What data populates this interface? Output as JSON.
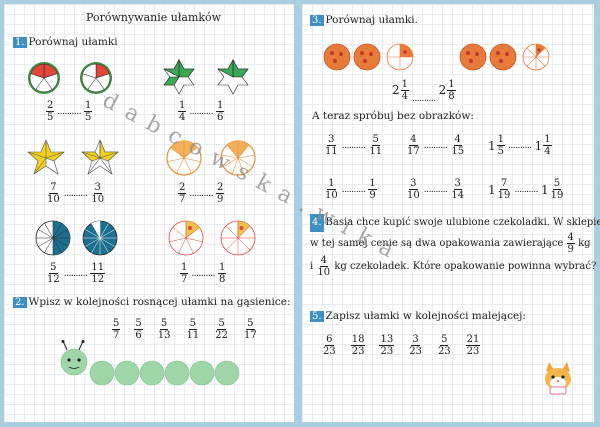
{
  "left": {
    "title": "Porównywanie ułamków",
    "s1": {
      "num": "1.",
      "title": "Porównaj ułamki"
    },
    "s1_pairs": [
      {
        "a": {
          "n": "2",
          "d": "5"
        },
        "b": {
          "n": "1",
          "d": "5"
        }
      },
      {
        "a": {
          "n": "1",
          "d": "4"
        },
        "b": {
          "n": "1",
          "d": "6"
        }
      },
      {
        "a": {
          "n": "7",
          "d": "10"
        },
        "b": {
          "n": "3",
          "d": "10"
        }
      },
      {
        "a": {
          "n": "2",
          "d": "7"
        },
        "b": {
          "n": "2",
          "d": "9"
        }
      },
      {
        "a": {
          "n": "5",
          "d": "12"
        },
        "b": {
          "n": "11",
          "d": "12"
        }
      },
      {
        "a": {
          "n": "1",
          "d": "7"
        },
        "b": {
          "n": "1",
          "d": "8"
        }
      }
    ],
    "s2": {
      "num": "2.",
      "title": "Wpisz w kolejności rosnącej ułamki na gąsienice:"
    },
    "s2_fracs": [
      {
        "n": "5",
        "d": "7"
      },
      {
        "n": "5",
        "d": "6"
      },
      {
        "n": "5",
        "d": "13"
      },
      {
        "n": "5",
        "d": "11"
      },
      {
        "n": "5",
        "d": "22"
      },
      {
        "n": "5",
        "d": "17"
      }
    ]
  },
  "right": {
    "s3": {
      "num": "3.",
      "title": "Porównaj ułamki."
    },
    "s3_mixed": [
      {
        "w": "2",
        "n": "1",
        "d": "4"
      },
      {
        "w": "2",
        "n": "1",
        "d": "8"
      }
    ],
    "s3_instr": "A teraz spróbuj bez obrazków:",
    "row1": [
      {
        "a": {
          "n": "3",
          "d": "11"
        },
        "b": {
          "n": "5",
          "d": "11"
        }
      },
      {
        "a": {
          "n": "4",
          "d": "17"
        },
        "b": {
          "n": "4",
          "d": "15"
        }
      },
      {
        "a": {
          "w": "1",
          "n": "1",
          "d": "5"
        },
        "b": {
          "w": "1",
          "n": "1",
          "d": "4"
        }
      }
    ],
    "row2": [
      {
        "a": {
          "n": "1",
          "d": "10"
        },
        "b": {
          "n": "1",
          "d": "9"
        }
      },
      {
        "a": {
          "n": "3",
          "d": "10"
        },
        "b": {
          "n": "3",
          "d": "14"
        }
      },
      {
        "a": {
          "w": "1",
          "n": "7",
          "d": "19"
        },
        "b": {
          "w": "1",
          "n": "5",
          "d": "19"
        }
      }
    ],
    "s4": {
      "num": "4.",
      "line1": "Basia chce kupić swoje ulubione czekoladki. W sklepie",
      "line2a": "w tej samej cenie są dwa opakowania zawierające",
      "f1": {
        "n": "4",
        "d": "9"
      },
      "kg": "kg",
      "i": "i",
      "f2": {
        "n": "4",
        "d": "10"
      },
      "line3": "kg czekoladek. Które opakowanie powinna wybrać?"
    },
    "s5": {
      "num": "5.",
      "title": "Zapisz ułamki w kolejności malejącej:"
    },
    "s5_fracs": [
      {
        "n": "6",
        "d": "23"
      },
      {
        "n": "18",
        "d": "23"
      },
      {
        "n": "13",
        "d": "23"
      },
      {
        "n": "3",
        "d": "23"
      },
      {
        "n": "5",
        "d": "23"
      },
      {
        "n": "21",
        "d": "23"
      }
    ]
  },
  "dots": "..........",
  "watermark": "dabcowska.wika",
  "colors": {
    "background": "#a9cfe0",
    "accent": "#3f8fc5",
    "watermelon": "#e0463c",
    "rind": "#3a8f3a",
    "star_green": "#3aa855",
    "star_yellow": "#f2d21e",
    "pie_blue": "#1b6f8f",
    "pie_orange": "#e8913a",
    "caterpillar": "#9ed6a8"
  },
  "icons": [
    "watermelon-icon",
    "star-icon",
    "pie-icon",
    "pizza-icon",
    "caterpillar-icon",
    "cat-icon"
  ]
}
